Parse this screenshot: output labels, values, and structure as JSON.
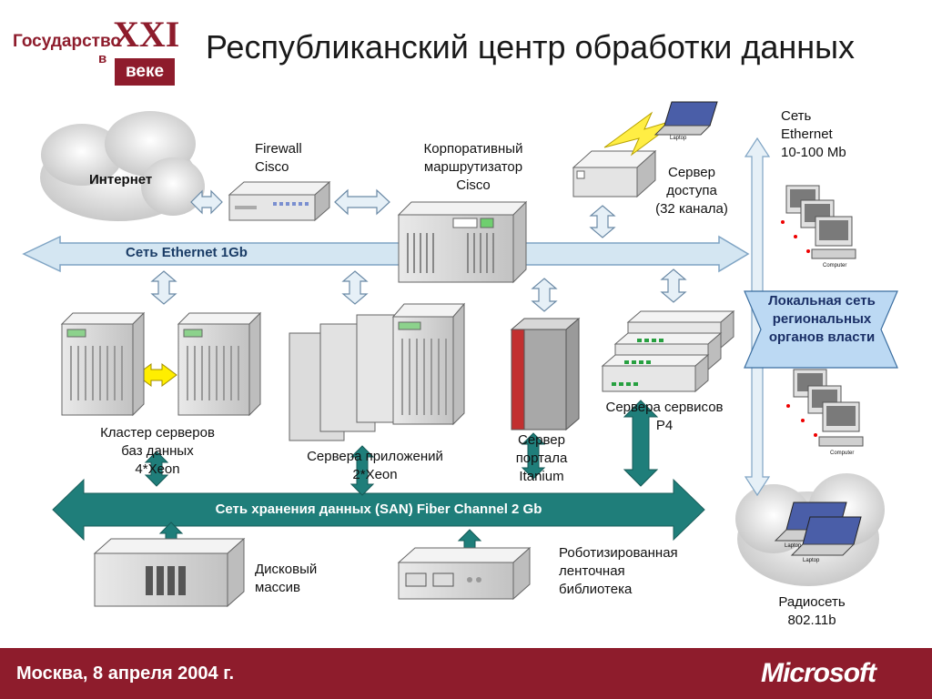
{
  "header": {
    "logo_text": "Государство",
    "logo_v": "в",
    "logo_roman": "XXI",
    "logo_veke": "веке",
    "title": "Республиканский центр обработки данных"
  },
  "nodes": {
    "internet": "Интернет",
    "firewall": [
      "Firewall",
      "Cisco"
    ],
    "router": [
      "Корпоративный",
      "маршрутизатор",
      "Cisco"
    ],
    "access_server": [
      "Сервер",
      "доступа",
      "(32 канала)"
    ],
    "ethernet_local": [
      "Сеть",
      "Ethernet",
      "10-100 Mb"
    ],
    "ethernet_1gb": "Сеть Ethernet 1Gb",
    "regional_lan": [
      "Локальная сеть",
      "региональных",
      "органов власти"
    ],
    "db_cluster": [
      "Кластер серверов",
      "баз данных",
      "4*Xeon"
    ],
    "app_servers": [
      "Сервера приложений",
      "2*Xeon"
    ],
    "portal_server": [
      "Сервер",
      "портала",
      "Itanium"
    ],
    "service_servers": [
      "Сервера сервисов",
      "P4"
    ],
    "san": "Сеть хранения данных (SAN) Fiber Channel 2 Gb",
    "disk_array": [
      "Дисковый",
      "массив"
    ],
    "tape_library": [
      "Роботизированная",
      "ленточная",
      "библиотека"
    ],
    "radio_net": [
      "Радиосеть",
      "802.11b"
    ]
  },
  "device_tags": {
    "laptop": "Laptop",
    "computer": "Computer"
  },
  "footer": {
    "date": "Москва, 8 апреля 2004 г.",
    "brand": "Microsoft"
  },
  "colors": {
    "brand_red": "#8e1c2c",
    "ethernet_bar": "#d4e6f2",
    "san_bar": "#1f7e7a",
    "link_arrow": "#e6f0f7",
    "regional_box": "#bcd9f3",
    "cloud": "#d3d3d3"
  }
}
